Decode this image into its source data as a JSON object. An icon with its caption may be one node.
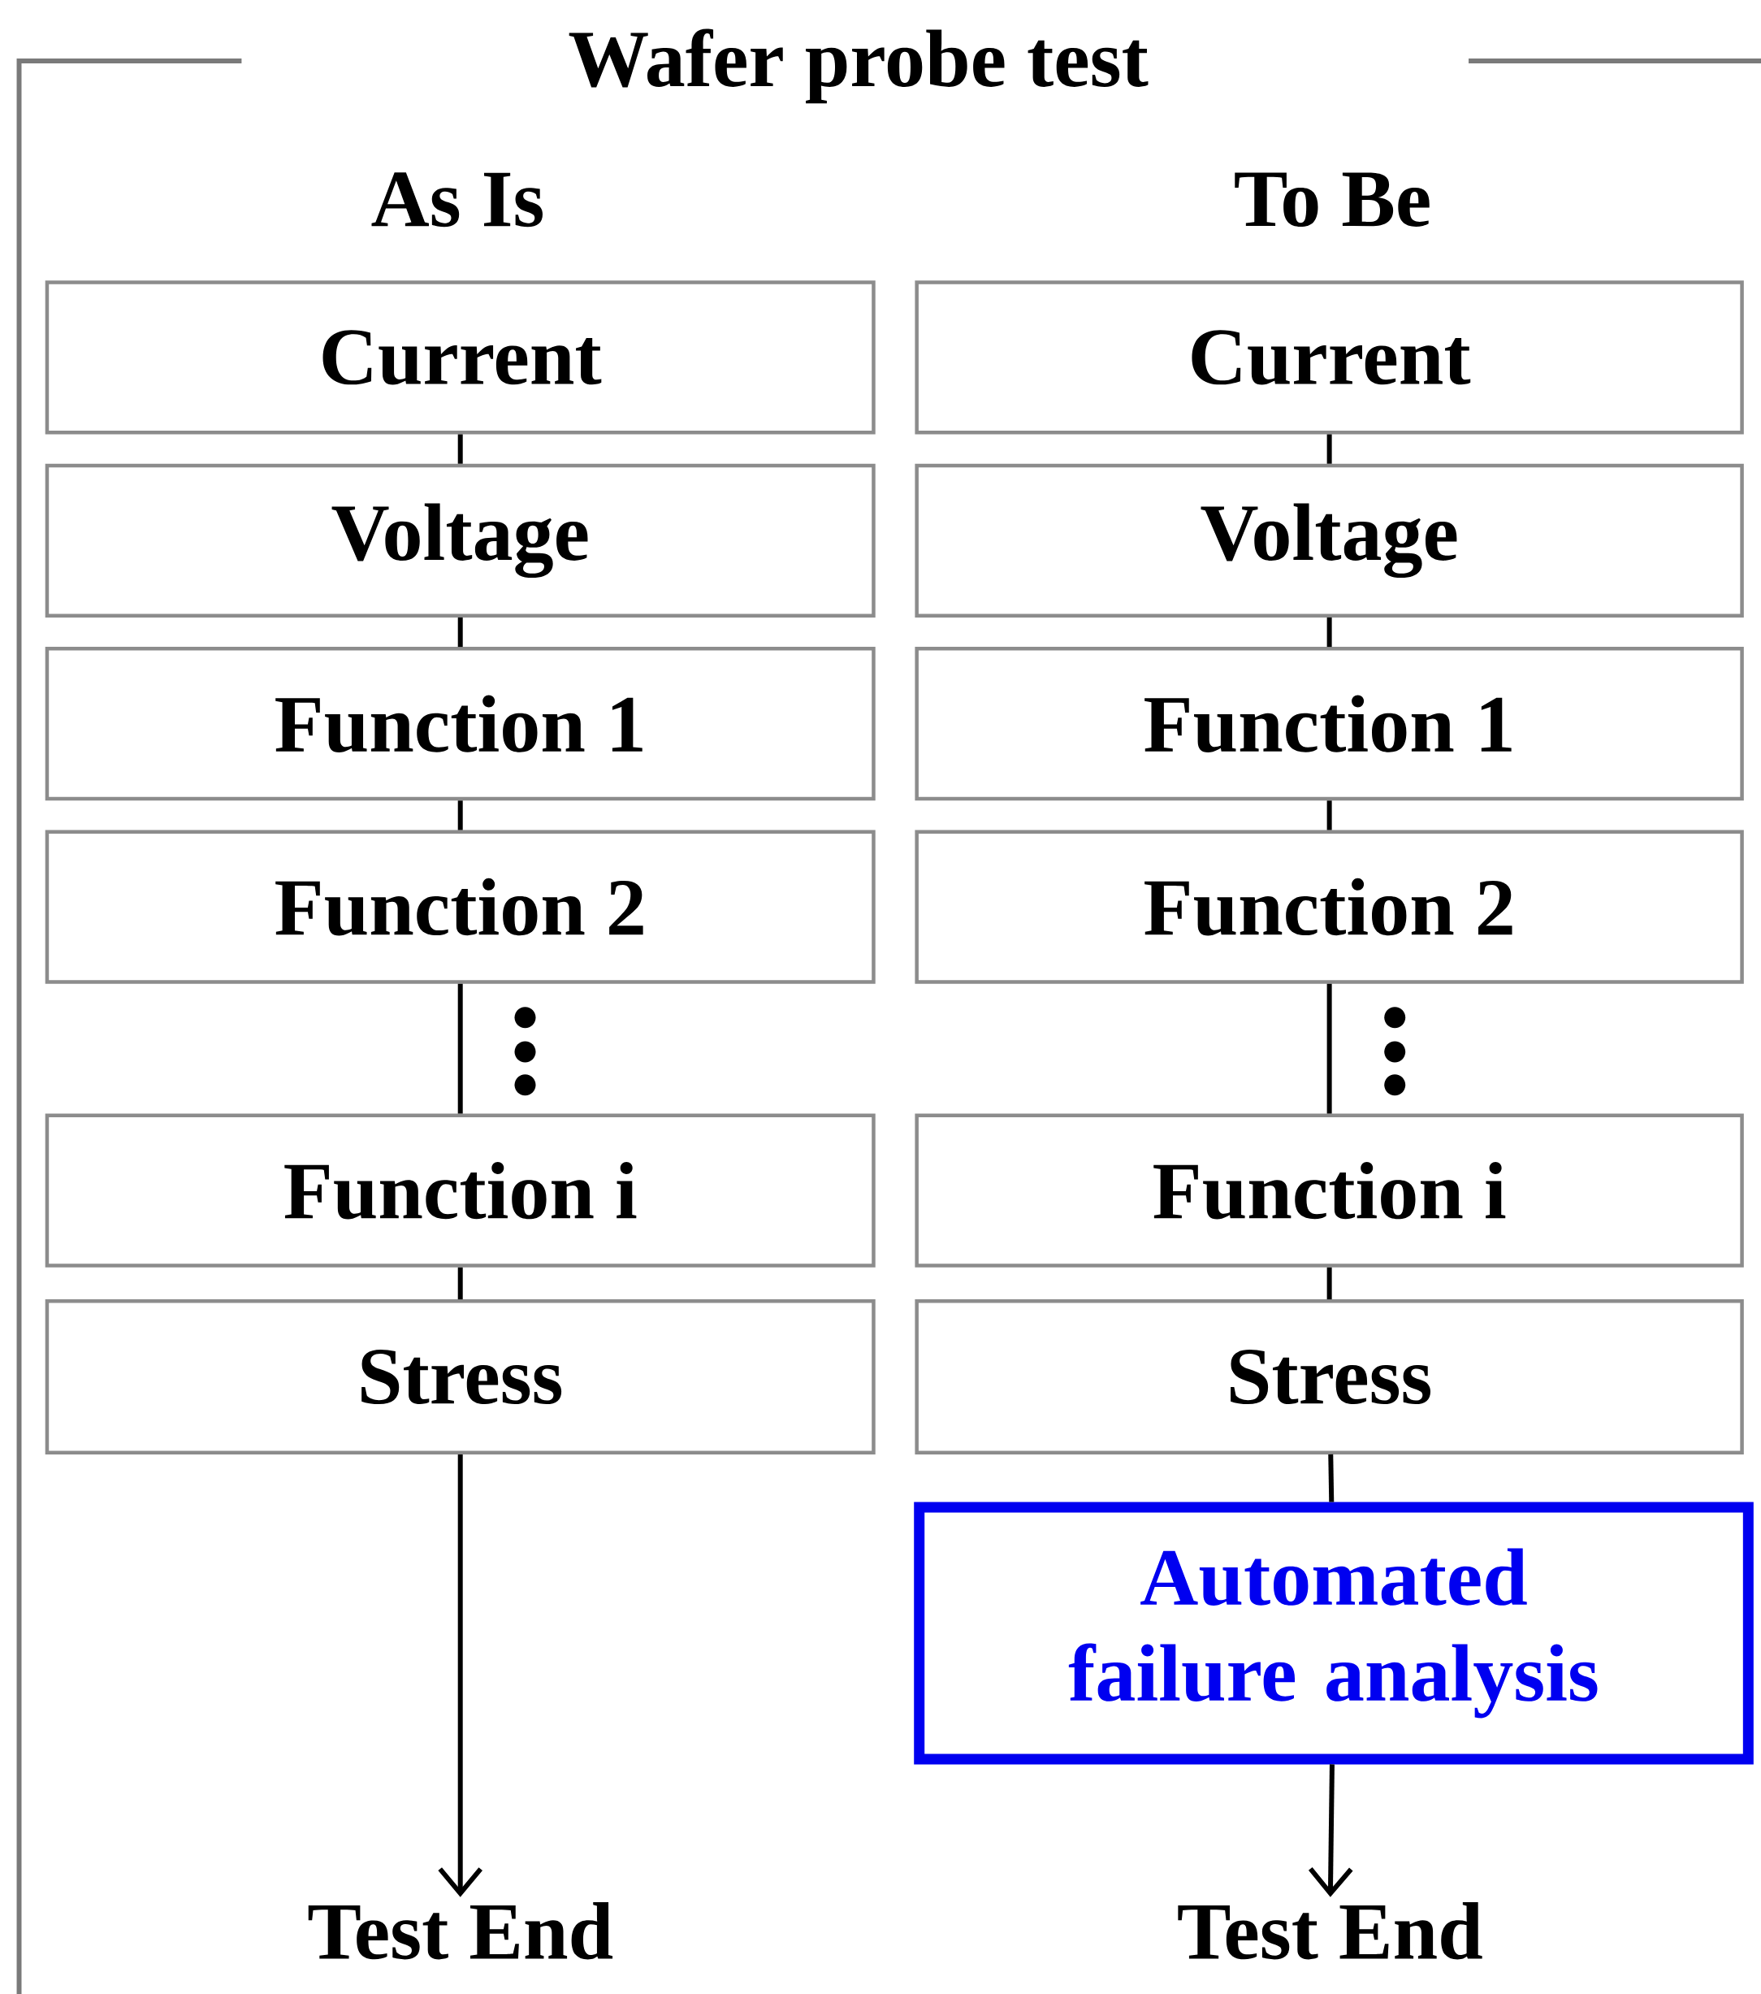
{
  "diagram": {
    "title": "Wafer probe test",
    "nodes": [
      {
        "text": [
          "Current"
        ]
      },
      {
        "text": [
          "Voltage"
        ]
      },
      {
        "text": [
          "Function 1"
        ]
      },
      {
        "text": [
          "Function 2"
        ]
      },
      {
        "text": [
          "Function i"
        ]
      },
      {
        "text": [
          "Stress"
        ]
      },
      {
        "text": [
          "Test End"
        ]
      },
      {
        "text": [
          "Current"
        ]
      },
      {
        "text": [
          "Voltage"
        ]
      },
      {
        "text": [
          "Function 1"
        ]
      },
      {
        "text": [
          "Function 2"
        ]
      },
      {
        "text": [
          "Function i"
        ]
      },
      {
        "text": [
          "Stress"
        ]
      },
      {
        "text": [
          "Automated failure analysis"
        ]
      },
      {
        "text": [
          "Test End"
        ]
      }
    ],
    "edges": [
      {
        "from": 0,
        "to": 1,
        "arrow": "none"
      },
      {
        "from": 1,
        "to": 2,
        "arrow": "none"
      },
      {
        "from": 2,
        "to": 3,
        "arrow": "none"
      },
      {
        "from": 3,
        "to": 4,
        "arrow": "none"
      },
      {
        "from": 4,
        "to": 5,
        "arrow": "none"
      },
      {
        "from": 5,
        "to": 6,
        "arrow": "to"
      },
      {
        "from": 7,
        "to": 8,
        "arrow": "none"
      },
      {
        "from": 8,
        "to": 9,
        "arrow": "none"
      },
      {
        "from": 9,
        "to": 10,
        "arrow": "none"
      },
      {
        "from": 10,
        "to": 11,
        "arrow": "none"
      },
      {
        "from": 11,
        "to": 12,
        "arrow": "none"
      },
      {
        "from": 12,
        "to": 13,
        "arrow": "none"
      },
      {
        "from": 13,
        "to": 14,
        "arrow": "to"
      }
    ],
    "labels": [
      "As Is",
      "To Be"
    ]
  }
}
